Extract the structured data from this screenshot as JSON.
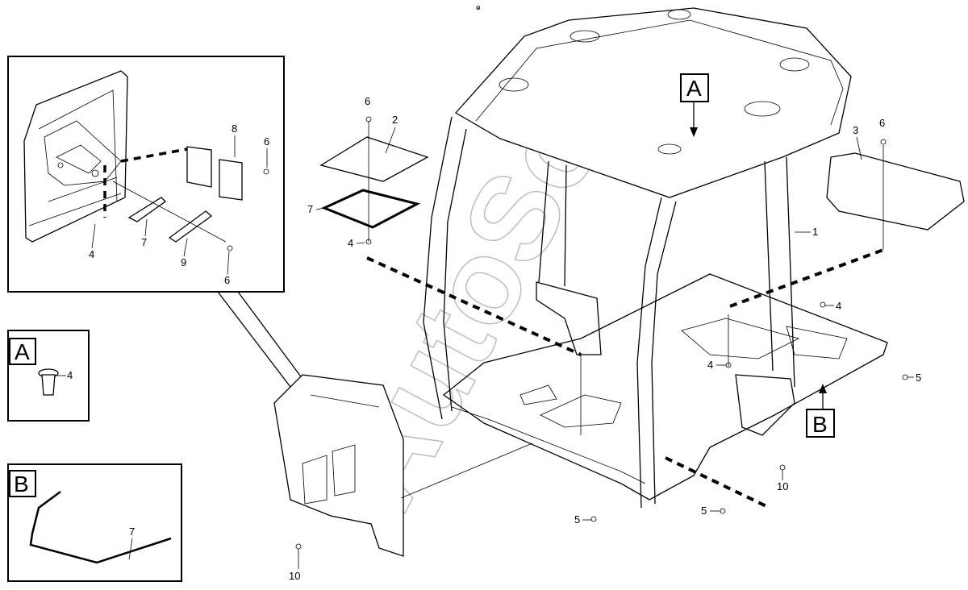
{
  "watermark": "AutoSoft",
  "header_mark": "ⱺ",
  "detail_boxes": {
    "a": {
      "letter": "A",
      "part_label": "4"
    },
    "b": {
      "letter": "B",
      "part_label": "7"
    }
  },
  "detail_inset": {
    "labels": [
      "8",
      "6",
      "7",
      "4",
      "9",
      "6"
    ]
  },
  "main": {
    "view_markers": [
      "A",
      "B"
    ],
    "callouts": [
      "1",
      "2",
      "3",
      "6",
      "6",
      "7",
      "4",
      "4",
      "4",
      "5",
      "5",
      "5",
      "10",
      "10"
    ]
  }
}
